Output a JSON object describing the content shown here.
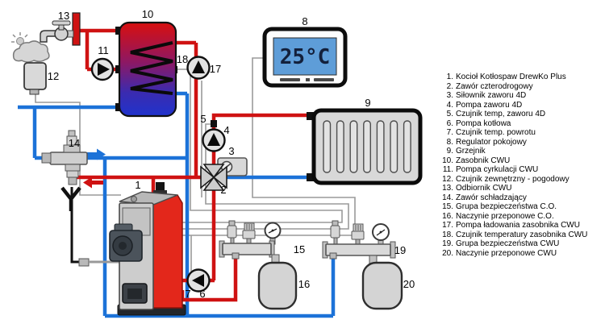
{
  "thermostat": {
    "display": "25°C"
  },
  "callouts": {
    "n1": "1",
    "n2": "2",
    "n3": "3",
    "n4": "4",
    "n5": "5",
    "n6": "6",
    "n7": "7",
    "n8": "8",
    "n9": "9",
    "n10": "10",
    "n11": "11",
    "n12": "12",
    "n13": "13",
    "n14": "14",
    "n15": "15",
    "n16": "16",
    "n17": "17",
    "n18": "18",
    "n19": "19",
    "n20": "20"
  },
  "legend": {
    "items": [
      {
        "num": "1.",
        "label": "Kocioł Kotłospaw DrewKo Plus"
      },
      {
        "num": "2.",
        "label": "Zawór czterodrogowy"
      },
      {
        "num": "3.",
        "label": "Siłownik zaworu 4D"
      },
      {
        "num": "4.",
        "label": "Pompa zaworu 4D"
      },
      {
        "num": "5.",
        "label": "Czujnik temp, zaworu 4D"
      },
      {
        "num": "6.",
        "label": "Pompa kotłowa"
      },
      {
        "num": "7.",
        "label": "Czujnik temp. powrotu"
      },
      {
        "num": "8.",
        "label": "Regulator pokojowy"
      },
      {
        "num": "9.",
        "label": "Grzejnik"
      },
      {
        "num": "10.",
        "label": "Zasobnik CWU"
      },
      {
        "num": "11.",
        "label": "Pompa cyrkulacji CWU"
      },
      {
        "num": "12.",
        "label": "Czujnik zewnętrzny - pogodowy"
      },
      {
        "num": "13.",
        "label": "Odbiornik CWU"
      },
      {
        "num": "14.",
        "label": "Zawór schładzający"
      },
      {
        "num": "15.",
        "label": "Grupa bezpieczeństwa C.O."
      },
      {
        "num": "16.",
        "label": "Naczynie przeponowe C.O."
      },
      {
        "num": "17.",
        "label": "Pompa ładowania zasobnika CWU"
      },
      {
        "num": "18.",
        "label": "Czujnik temperatury zasobnika CWU"
      },
      {
        "num": "19.",
        "label": "Grupa bezpieczeństwa CWU"
      },
      {
        "num": "20.",
        "label": "Naczynie przeponowe CWU"
      }
    ]
  },
  "colors": {
    "hot_pipe": "#cf1212",
    "cold_pipe": "#1c72d8",
    "wire": "#9a9a9a",
    "boiler_body": "#e3271b",
    "tank_top": "#d80f0f",
    "tank_bottom": "#2033cc",
    "thermostat_screen": "#5e9dd8"
  }
}
